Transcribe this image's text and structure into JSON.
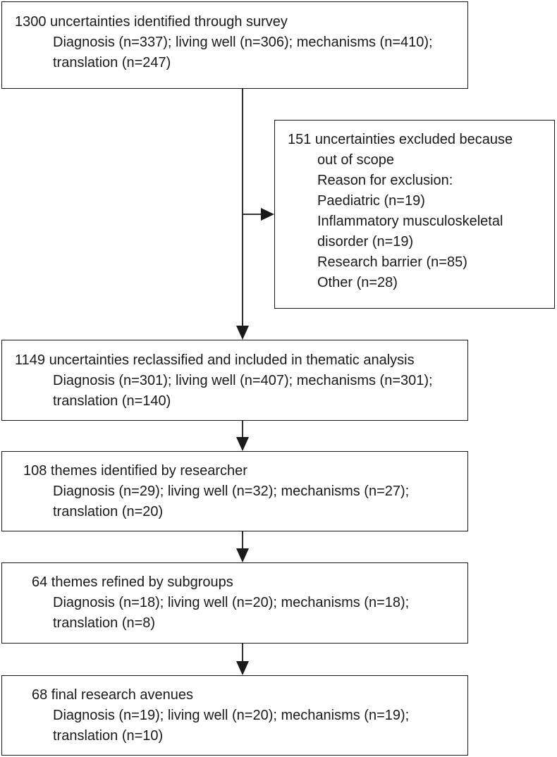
{
  "boxes": {
    "survey": {
      "title": "1300 uncertainties identified through survey",
      "lines": [
        "Diagnosis (n=337); living well (n=306); mechanisms (n=410);",
        "translation (n=247)"
      ]
    },
    "excluded": {
      "title": "151 uncertainties excluded because",
      "lines": [
        "out of scope",
        "Reason for exclusion:",
        "Paediatric (n=19)",
        "Inflammatory musculoskeletal",
        "disorder (n=19)",
        "Research barrier (n=85)",
        "Other (n=28)"
      ]
    },
    "reclassified": {
      "title": "1149 uncertainties reclassified and included in thematic analysis",
      "lines": [
        "Diagnosis (n=301); living well (n=407); mechanisms (n=301);",
        "translation (n=140)"
      ]
    },
    "themes": {
      "title": "108 themes identified by researcher",
      "lines": [
        "Diagnosis (n=29); living well (n=32); mechanisms (n=27);",
        "translation (n=20)"
      ]
    },
    "refined": {
      "title": "64 themes refined by subgroups",
      "lines": [
        "Diagnosis (n=18); living well (n=20); mechanisms (n=18);",
        "translation (n=8)"
      ]
    },
    "final": {
      "title": "68 final research avenues",
      "lines": [
        "Diagnosis (n=19); living well (n=20); mechanisms (n=19);",
        "translation (n=10)"
      ]
    }
  },
  "colors": {
    "stroke": "#1a1a1a",
    "background": "#ffffff"
  }
}
